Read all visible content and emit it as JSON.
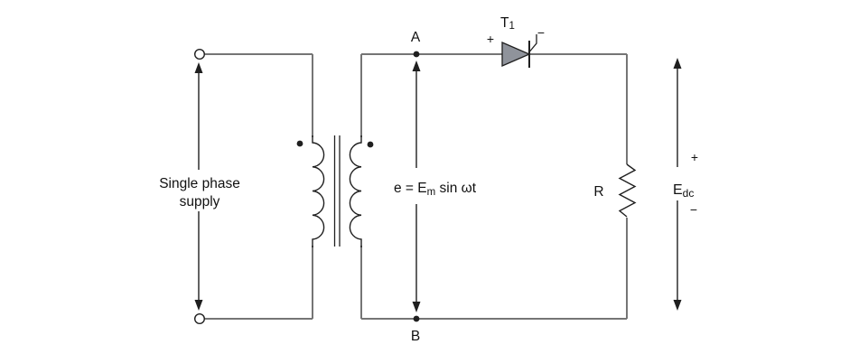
{
  "diagram": {
    "name": "single-phase-half-wave-thyristor-rectifier",
    "colors": {
      "background": "#ffffff",
      "wire": "#757575",
      "symbol": "#1f1f1f",
      "text": "#111111",
      "thyristor_fill": "#8f939b"
    },
    "labels": {
      "supply_line1": "Single phase",
      "supply_line2": "supply",
      "node_a": "A",
      "node_b": "B",
      "emf_prefix": "e = E",
      "emf_sub": "m",
      "emf_suffix": " sin ωt",
      "thyristor_prefix": "T",
      "thyristor_sub": "1",
      "thyristor_anode_sign": "+",
      "thyristor_cathode_sign": "−",
      "resistor": "R",
      "output_prefix": "E",
      "output_sub": "dc",
      "output_plus": "+",
      "output_minus": "−"
    }
  }
}
